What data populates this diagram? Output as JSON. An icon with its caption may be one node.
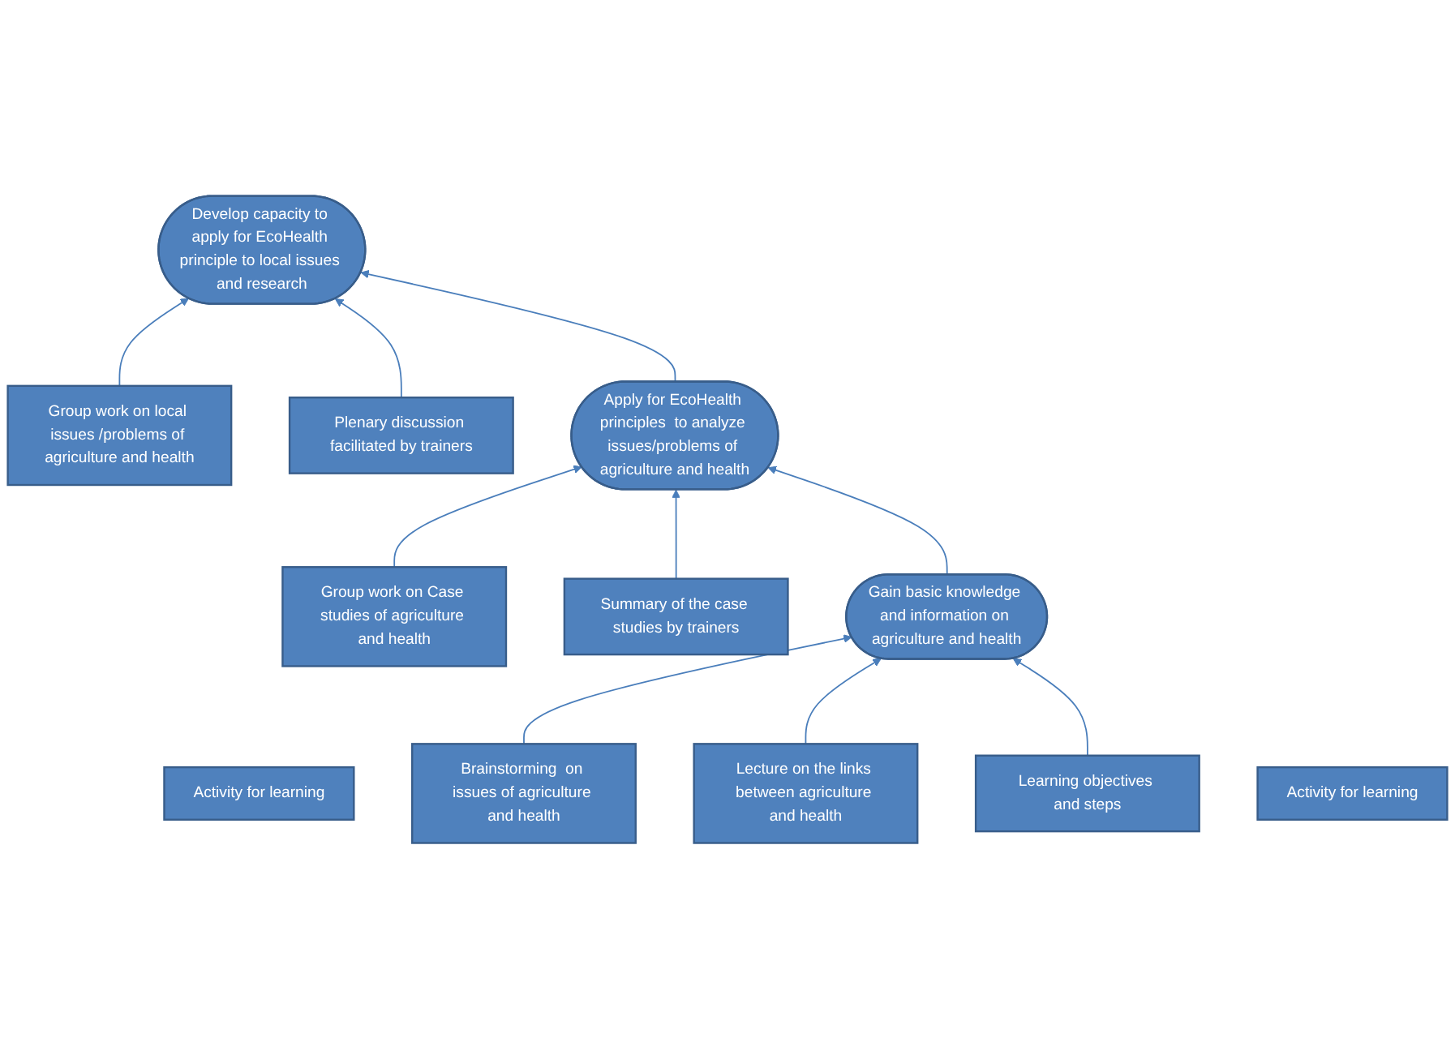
{
  "diagram": {
    "nodes": [
      {
        "text": [
          "Group work on local issues /problems of agriculture and health"
        ]
      },
      {
        "text": [
          "Develop capacity to apply for EcoHealth principle to local issues and research"
        ]
      },
      {
        "text": [
          "Plenary discussion facilitated by trainers"
        ]
      },
      {
        "text": [
          "Group work on Case studies of agriculture and health"
        ]
      },
      {
        "text": [
          "Apply for EcoHealth principles  to analyze issues/problems of agriculture and health"
        ]
      },
      {
        "text": [
          "Summary of the case studies by trainers"
        ]
      },
      {
        "text": [
          "Brainstorming  on issues of agriculture and health"
        ]
      },
      {
        "text": [
          "Gain basic knowledge and information on agriculture and health"
        ]
      },
      {
        "text": [
          "Lecture on the links between agriculture and health"
        ]
      },
      {
        "text": [
          "Activity for learning"
        ]
      },
      {
        "text": [
          "Learning objectives and steps"
        ]
      },
      {
        "text": [
          "Activity for learning"
        ]
      }
    ],
    "edges": [
      {
        "from": 0,
        "to": 1,
        "arrow": "to"
      },
      {
        "from": 2,
        "to": 1,
        "arrow": "to"
      },
      {
        "from": 4,
        "to": 1,
        "arrow": "to"
      },
      {
        "from": 3,
        "to": 4,
        "arrow": "to"
      },
      {
        "from": 5,
        "to": 4,
        "arrow": "to"
      },
      {
        "from": 7,
        "to": 4,
        "arrow": "to"
      },
      {
        "from": 6,
        "to": 7,
        "arrow": "to"
      },
      {
        "from": 8,
        "to": 7,
        "arrow": "to"
      },
      {
        "from": 10,
        "to": 7,
        "arrow": "to"
      }
    ]
  }
}
